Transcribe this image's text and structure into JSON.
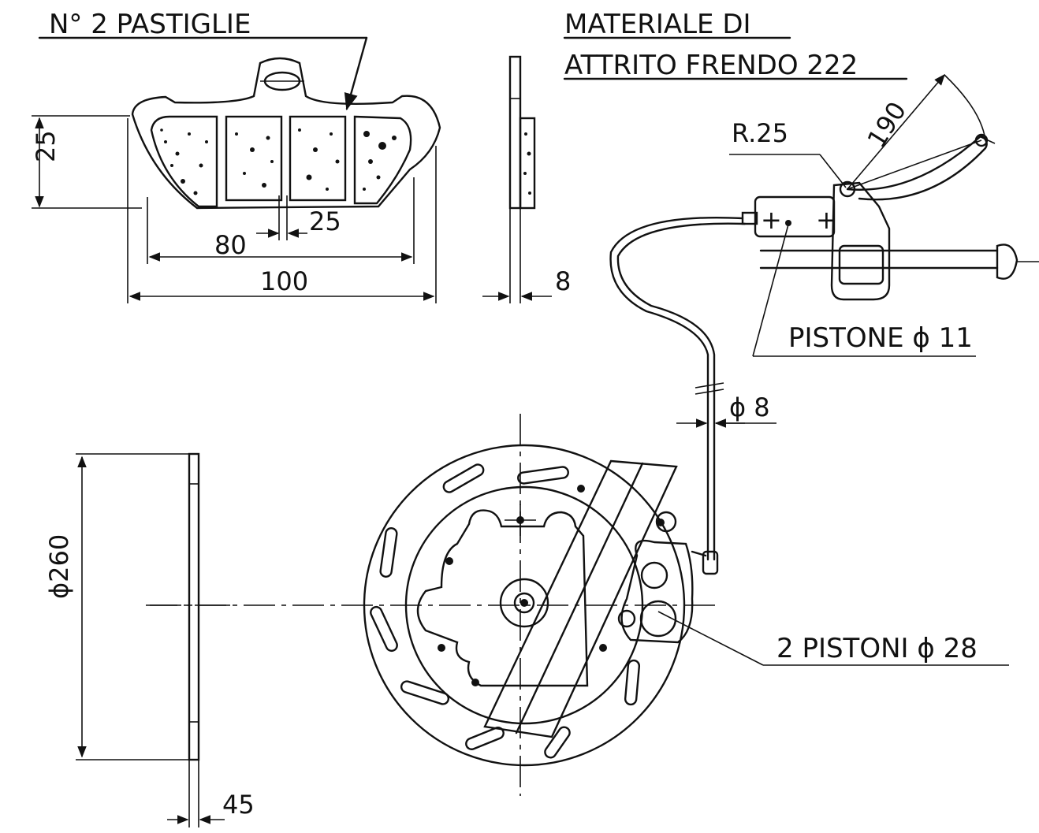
{
  "labels": {
    "pads": "N° 2 PASTIGLIE",
    "material_line1": "MATERIALE  DI",
    "material_line2": "ATTRITO  FRENDO 222",
    "radius": "R.25",
    "arc_dim": "190",
    "master_piston": "PISTONE ϕ 11",
    "hose_dia": "ϕ 8",
    "caliper_pistons": "2 PISTONI ϕ 28",
    "disc_dia": "ϕ260",
    "disc_thickness": "45"
  },
  "dims": {
    "pad_height": "25",
    "pad_gap": "25",
    "pad_inner": "80",
    "pad_outer": "100",
    "pad_thickness": "8"
  }
}
